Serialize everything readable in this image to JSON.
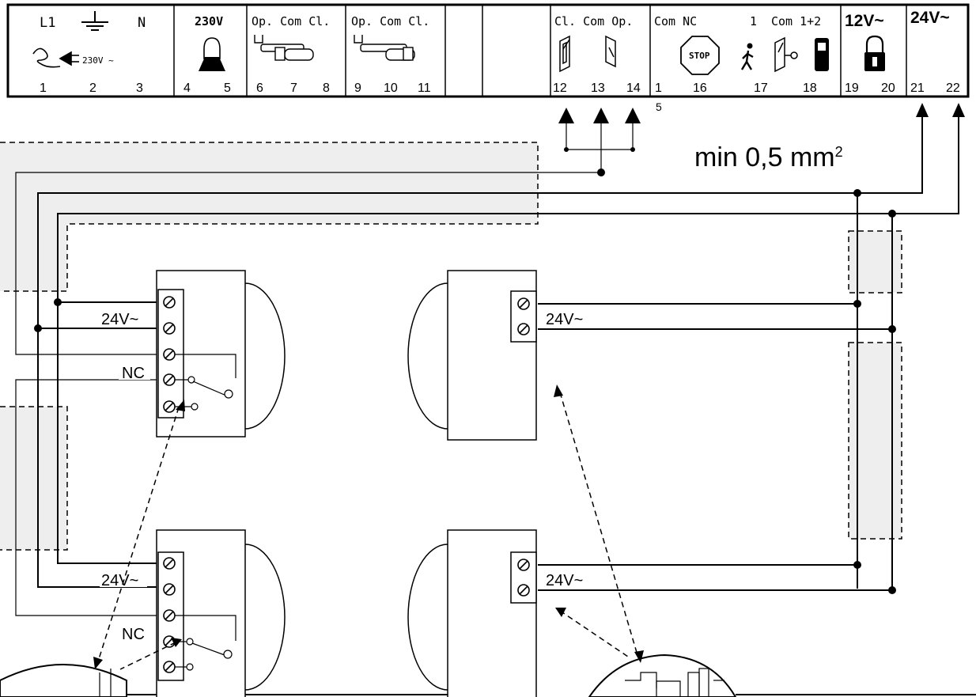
{
  "terminal_block": {
    "sections": [
      {
        "labels": [
          "L1",
          "N"
        ],
        "numbers": [
          "1",
          "2",
          "3"
        ],
        "note": "230V ~",
        "icons": [
          "ground-icon",
          "mains-plug-icon"
        ]
      },
      {
        "labels": [
          "230V"
        ],
        "numbers": [
          "4",
          "5"
        ],
        "icons": [
          "flashing-lamp-icon"
        ]
      },
      {
        "labels": [
          "Op. Com Cl."
        ],
        "numbers": [
          "6",
          "7",
          "8"
        ],
        "icons": [
          "motor-actuator-icon"
        ]
      },
      {
        "labels": [
          "Op. Com Cl."
        ],
        "numbers": [
          "9",
          "10",
          "11"
        ],
        "icons": [
          "motor-actuator-icon"
        ]
      },
      {
        "labels": [
          "Cl. Com Op."
        ],
        "numbers": [
          "12",
          "13",
          "14"
        ],
        "icons": [
          "key-selector-icon"
        ]
      },
      {
        "labels": [
          "Com NC",
          "1",
          "Com 1+2"
        ],
        "numbers": [
          "1",
          "16",
          "17",
          "18"
        ],
        "sub": "5",
        "stop": "STOP",
        "icons": [
          "stop-button-icon",
          "pedestrian-icon",
          "key-switch-icon",
          "remote-control-icon"
        ]
      },
      {
        "labels": [
          "12V~"
        ],
        "numbers": [
          "19",
          "20"
        ],
        "icons": [
          "electric-lock-icon"
        ]
      },
      {
        "labels": [
          "24V~"
        ],
        "numbers": [
          "21",
          "22"
        ]
      }
    ]
  },
  "cable_note": {
    "text": "min 0,5 mm",
    "sup": "2"
  },
  "photocells": {
    "tx_top": {
      "label_power": "24V~",
      "label_contact": "NC"
    },
    "rx_top": {
      "label_power": "24V~"
    },
    "tx_bottom": {
      "label_power": "24V~",
      "label_contact": "NC"
    },
    "rx_bottom": {
      "label_power": "24V~"
    }
  },
  "colors": {
    "line": "#000000",
    "band": "#eeeeee"
  }
}
